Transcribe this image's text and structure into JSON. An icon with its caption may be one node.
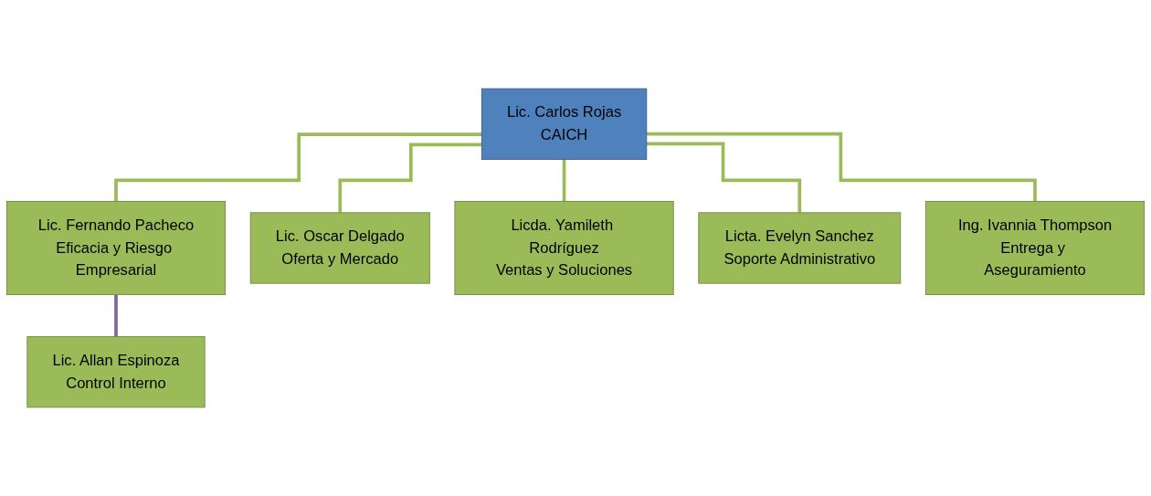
{
  "diagram": {
    "nodes": [
      {
        "text": [
          "Lic. Carlos Rojas",
          "CAICH"
        ]
      },
      {
        "text": [
          "Lic. Fernando Pacheco",
          "Eficacia y Riesgo Empresarial"
        ]
      },
      {
        "text": [
          "Lic. Allan Espinoza",
          "Control Interno"
        ]
      },
      {
        "text": [
          "Lic. Oscar Delgado",
          "Oferta y Mercado"
        ]
      },
      {
        "text": [
          "Licda. Yamileth Rodríguez",
          "Ventas y Soluciones"
        ]
      },
      {
        "text": [
          "Licta. Evelyn Sanchez",
          "Soporte Administrativo"
        ]
      },
      {
        "text": [
          "Ing. Ivannia Thompson",
          "Entrega y Aseguramiento"
        ]
      }
    ],
    "edges": [
      {
        "from": 0,
        "to": 1,
        "arrow": "none"
      },
      {
        "from": 1,
        "to": 2,
        "arrow": "none",
        "color": "#8064a2"
      },
      {
        "from": 0,
        "to": 3,
        "arrow": "none"
      },
      {
        "from": 0,
        "to": 4,
        "arrow": "none"
      },
      {
        "from": 0,
        "to": 5,
        "arrow": "none"
      },
      {
        "from": 0,
        "to": 6,
        "arrow": "none"
      }
    ]
  }
}
